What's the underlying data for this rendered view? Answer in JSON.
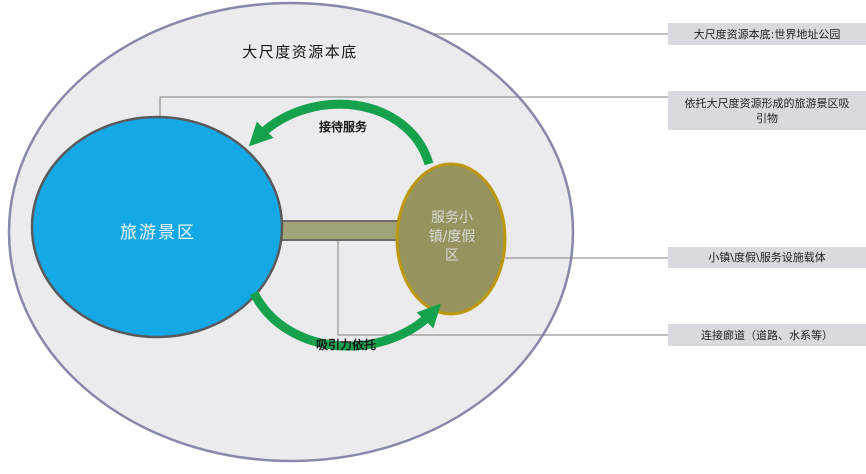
{
  "diagram": {
    "title": "大尺度资源本底",
    "scenic_area": "旅游景区",
    "service_town": "服务小镇/度假区",
    "service_town_lines": [
      "服务小",
      "镇/度假",
      "区"
    ],
    "top_arrow_label": "接待服务",
    "bottom_arrow_label": "吸引力依托"
  },
  "annotations": [
    {
      "label": "大尺度资源本底:世界地址公园"
    },
    {
      "label": "依托大尺度资源形成的旅游景区吸引物"
    },
    {
      "label": "小镇\\度假\\服务设施载体"
    },
    {
      "label": "连接廊道（道路、水系等）"
    }
  ],
  "colors": {
    "outer_fill": "#EBEBEE",
    "outer_border": "#8888AA",
    "scenic_fill": "#14A9E6",
    "scenic_border": "#595959",
    "town_fill": "#97935F",
    "town_border": "#BC9708",
    "corridor_fill": "#A2A478",
    "corridor_border": "#6B6B6B",
    "arrow_green": "#16A24C",
    "annotation_box_fill": "#D9D9DE",
    "connector_line": "#7F7F7F"
  }
}
